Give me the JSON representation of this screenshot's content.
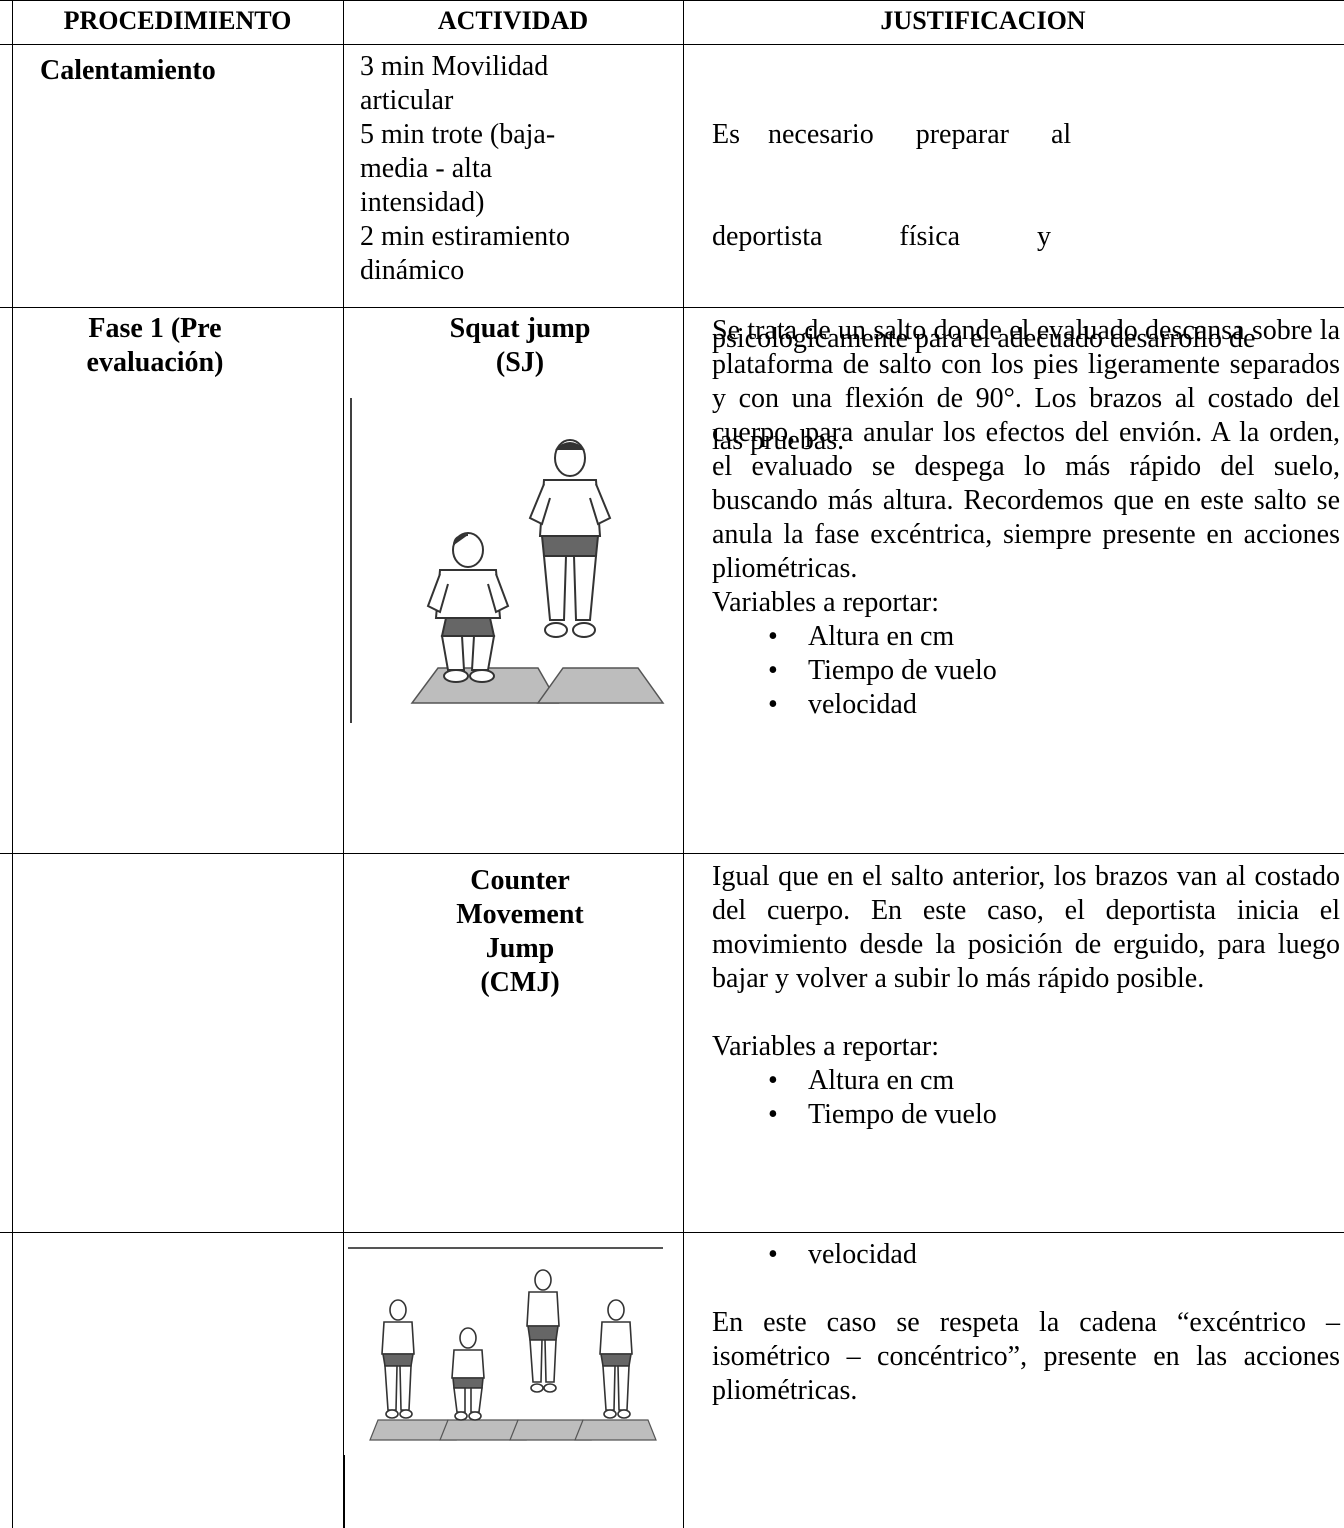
{
  "header": {
    "col1": "PROCEDIMIENTO",
    "col2": "ACTIVIDAD",
    "col3": "JUSTIFICACION"
  },
  "row_warmup": {
    "procedure": "Calentamiento",
    "activity": [
      "3 min Movilidad",
      "articular",
      "5 min trote (baja-",
      "media - alta",
      "intensidad)",
      "2 min estiramiento",
      "dinámico"
    ],
    "justification": [
      "Es    necesario      preparar      al",
      "deportista           física           y",
      "psicológicamente para el adecuado desarrollo de",
      "las pruebas."
    ]
  },
  "row_phase1": {
    "procedure": [
      "Fase 1 (Pre",
      "evaluación)"
    ],
    "activity": [
      "Squat jump",
      "(SJ)"
    ],
    "justification": "Se trata de un salto donde el evaluado descansa sobre la plataforma de salto con los pies ligeramente separados y con una flexión de 90°. Los brazos al costado del cuerpo, para anular los efectos del envión. A la orden, el evaluado se despega lo más rápido del suelo, buscando más altura. Recordemos que en este salto se anula la fase excéntrica, siempre presente en acciones pliométricas.",
    "variables_title": "Variables a reportar:",
    "variables": [
      "Altura en cm",
      "Tiempo de vuelo",
      "velocidad"
    ]
  },
  "row_cmj": {
    "activity": [
      "Counter",
      "Movement",
      "Jump",
      "(CMJ)"
    ],
    "justification": "Igual que en el salto anterior, los brazos van al costado del cuerpo. En este caso, el deportista inicia el movimiento desde la posición de erguido, para luego bajar y volver a subir lo más rápido posible.",
    "variables_title": "Variables a reportar:",
    "variables": [
      "Altura en cm",
      "Tiempo de vuelo"
    ]
  },
  "row_cmj_cont": {
    "variables": [
      "velocidad"
    ],
    "justification": "En este caso se respeta la cadena “excéntrico – isométrico – concéntrico”, presente en las acciones pliométricas."
  }
}
